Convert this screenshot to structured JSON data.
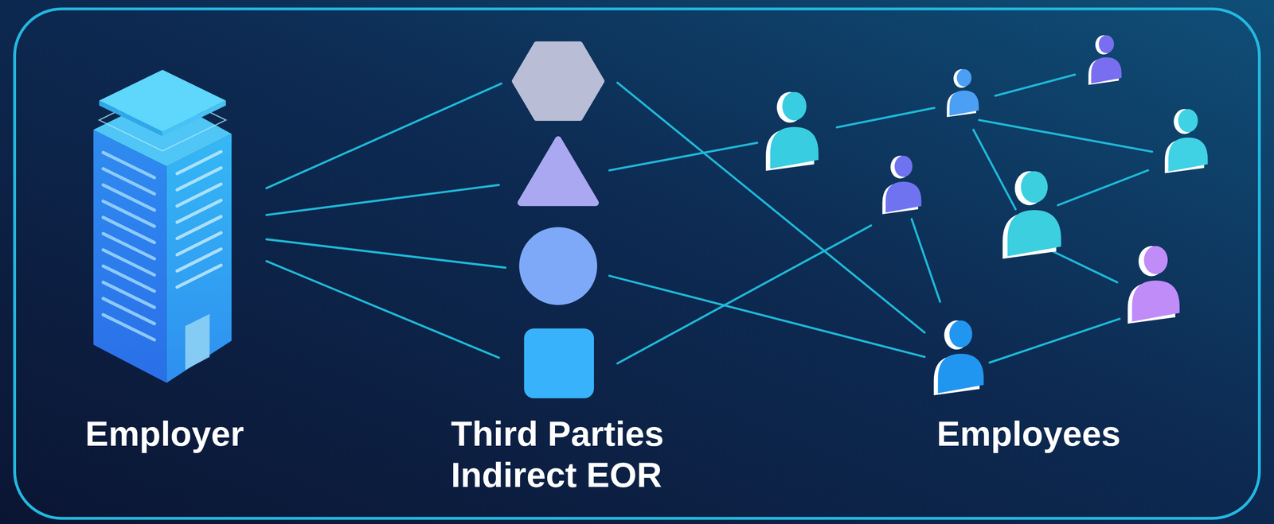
{
  "diagram": {
    "labels": [
      "Employer",
      "Third Parties Indirect EOR",
      "Employees"
    ]
  }
}
